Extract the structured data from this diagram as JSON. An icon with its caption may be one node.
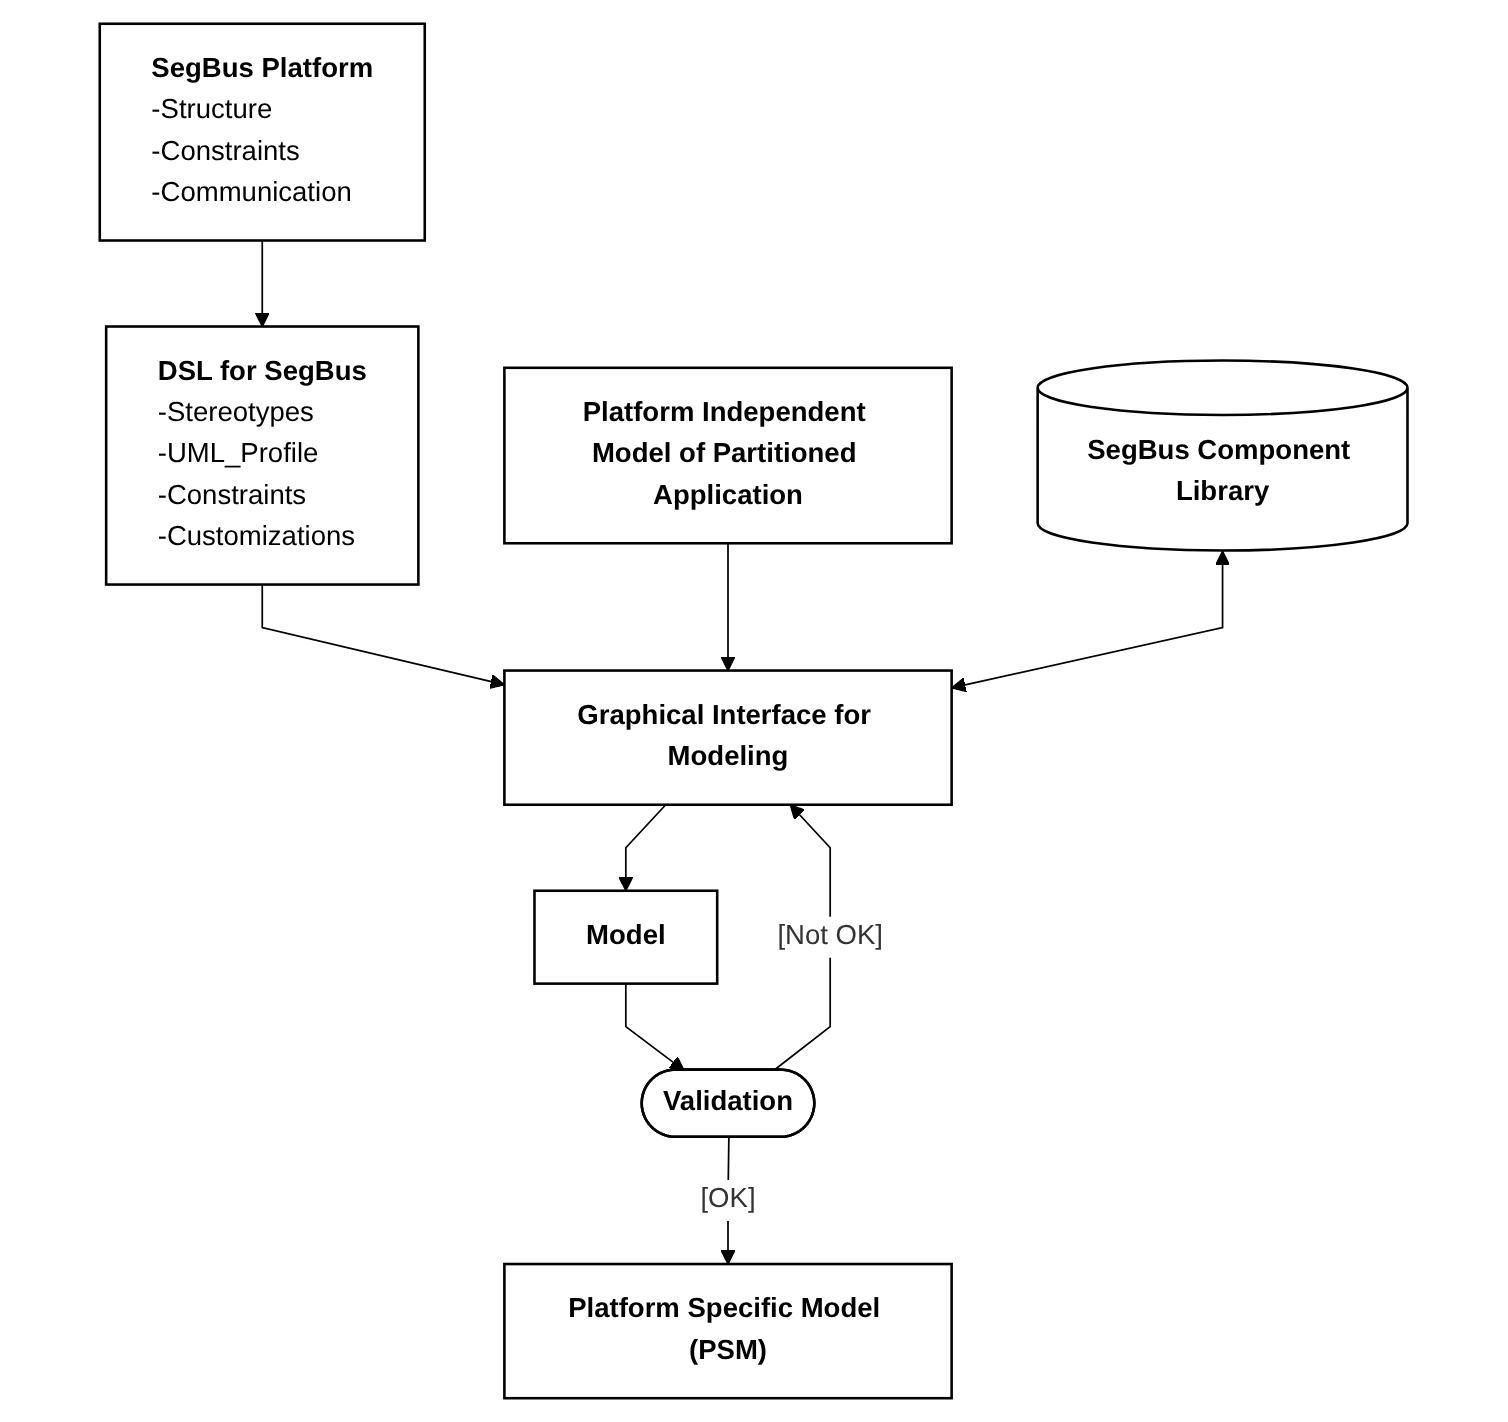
{
  "diagram": {
    "nodes": [
      {
        "text": [
          "SegBus Platform",
          "-Structure",
          "-Constraints",
          "-Communication"
        ]
      },
      {
        "text": [
          "DSL for SegBus",
          "-Stereotypes",
          "-UML_Profile",
          "-Constraints",
          "-Customizations"
        ]
      },
      {
        "text": [
          "Platform Independent Model of Partitioned Application"
        ]
      },
      {
        "text": [
          "SegBus Component Library"
        ]
      },
      {
        "text": [
          "Graphical Interface for Modeling"
        ]
      },
      {
        "text": [
          "Model"
        ]
      },
      {
        "text": [
          "Validation"
        ]
      },
      {
        "text": [
          "Platform Specific Model (PSM)"
        ]
      }
    ],
    "edges": [
      {
        "from": 0,
        "to": 1,
        "arrow": "to"
      },
      {
        "from": 1,
        "to": 4,
        "arrow": "to"
      },
      {
        "from": 2,
        "to": 4,
        "arrow": "to"
      },
      {
        "from": 3,
        "to": 4,
        "arrow": "both"
      },
      {
        "from": 6,
        "to": 4,
        "arrow": "to",
        "label": "[Not OK]"
      },
      {
        "from": 4,
        "to": 5,
        "arrow": "to"
      },
      {
        "from": 5,
        "to": 6,
        "arrow": "to"
      },
      {
        "from": 6,
        "to": 7,
        "arrow": "to",
        "label": "[OK]"
      }
    ]
  }
}
